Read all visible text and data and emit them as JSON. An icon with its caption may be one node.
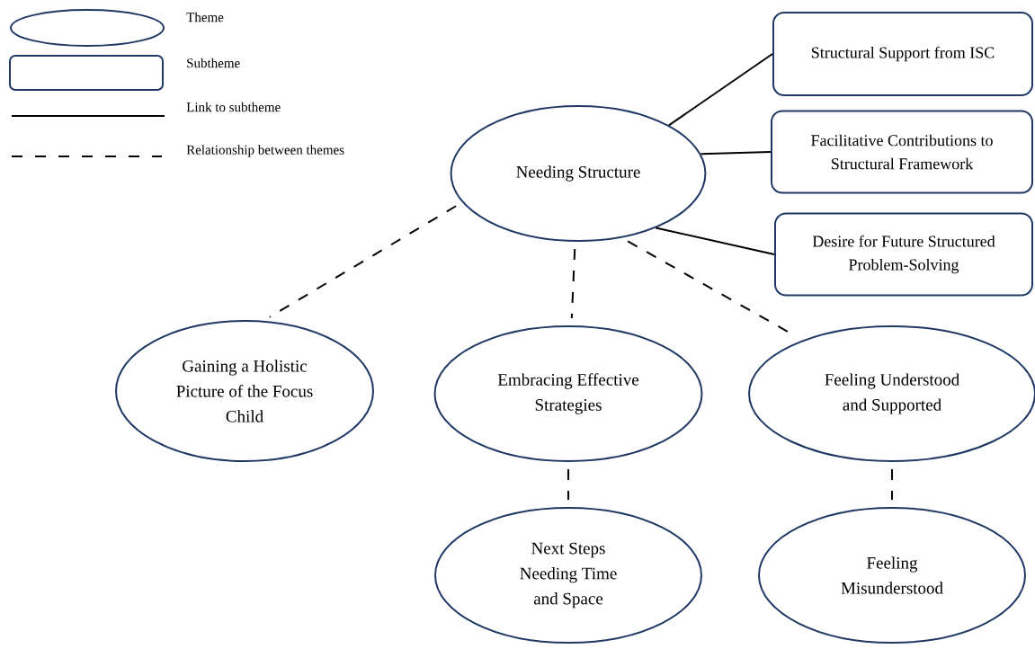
{
  "diagram": {
    "nodes": [
      {
        "text": [
          "Needing Structure"
        ]
      },
      {
        "text": [
          "Structural Support from ISC"
        ]
      },
      {
        "text": [
          "Facilitative Contributions to Structural Framework"
        ]
      },
      {
        "text": [
          "Desire for Future Structured Problem-Solving"
        ]
      },
      {
        "text": [
          "Gaining a Holistic Picture of the Focus Child"
        ]
      },
      {
        "text": [
          "Embracing Effective Strategies"
        ]
      },
      {
        "text": [
          "Feeling Understood and Supported"
        ]
      },
      {
        "text": [
          "Next Steps Needing Time and Space"
        ]
      },
      {
        "text": [
          "Feeling Misunderstood"
        ]
      }
    ],
    "edges": [
      {
        "from": 0,
        "to": 1,
        "arrow": "none"
      },
      {
        "from": 0,
        "to": 2,
        "arrow": "none"
      },
      {
        "from": 0,
        "to": 3,
        "arrow": "none"
      },
      {
        "from": 0,
        "to": 4,
        "arrow": "none",
        "style": "dashed"
      },
      {
        "from": 0,
        "to": 5,
        "arrow": "none",
        "style": "dashed"
      },
      {
        "from": 0,
        "to": 6,
        "arrow": "none",
        "style": "dashed"
      },
      {
        "from": 5,
        "to": 7,
        "arrow": "none",
        "style": "dashed"
      },
      {
        "from": 6,
        "to": 8,
        "arrow": "none",
        "style": "dashed"
      }
    ],
    "legend": [
      {
        "text": "Theme"
      },
      {
        "text": "Subtheme"
      },
      {
        "text": "Link to subtheme"
      },
      {
        "text": "Relationship between themes"
      }
    ]
  }
}
